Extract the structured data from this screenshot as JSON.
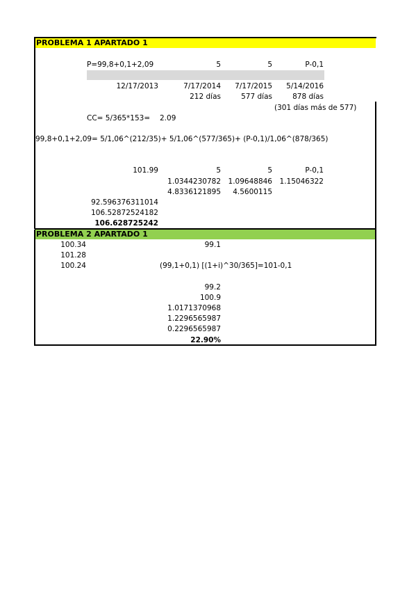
{
  "p1": {
    "header": "PROBLEMA 1   APARTADO 1",
    "header_color": "#ffff00",
    "formula_p": "P=99,8+0,1+2,09",
    "row1_c": "5",
    "row1_d": "5",
    "row1_e": "P-0,1",
    "gray_band_color": "#d9d9d9",
    "date_b": "12/17/2013",
    "date_c": "7/17/2014",
    "date_d": "7/17/2015",
    "date_e": "5/14/2016",
    "days_c": "212 días",
    "days_d": "577 días",
    "days_e": "878 días",
    "note": "(301 días más de 577)",
    "cc": "CC= 5/365*153=",
    "cc_val": "2.09",
    "equation": "99,8+0,1+2,09=  5/1,06^(212/35)+ 5/1,06^(577/365)+ (P-0,1)/1,06^(878/365)",
    "r2_b": "101.99",
    "r2_c": "5",
    "r2_d": "5",
    "r2_e": "P-0,1",
    "r3_c": "1.0344230782",
    "r3_d": "1.09648846",
    "r3_e": "1.15046322",
    "r4_c": "4.8336121895",
    "r4_d": "4.5600115",
    "r5_b": "92.596376311014",
    "r6_b": "106.52872524182",
    "r7_b": "106.628725242"
  },
  "p2": {
    "header": "PROBLEMA 2 APARTADO 1",
    "header_color": "#92d050",
    "a1": "100.34",
    "a2": "101.28",
    "a3": "100.24",
    "c1": "99.1",
    "formula": "(99,1+0,1)  [(1+i)^30/365]=101-0,1",
    "v1": "99.2",
    "v2": "100.9",
    "v3": "1.0171370968",
    "v4": "1.2296565987",
    "v5": "0.2296565987",
    "v6": "22.90%"
  }
}
